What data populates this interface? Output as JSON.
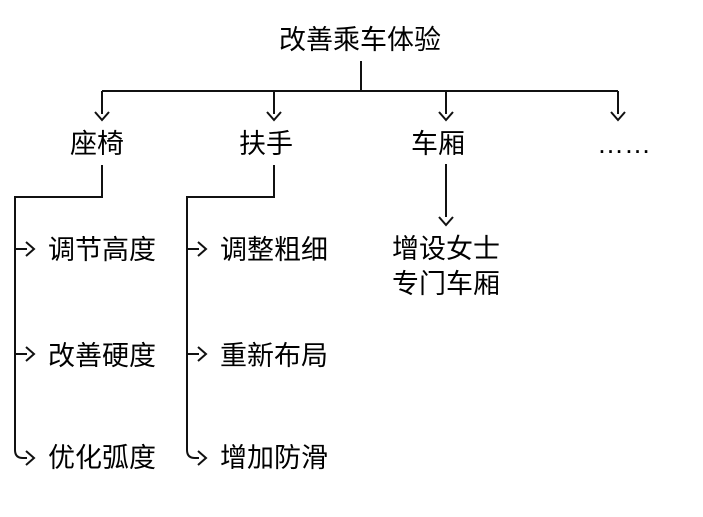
{
  "diagram": {
    "title": "改善乘车体验",
    "branches": [
      {
        "label": "座椅",
        "children": [
          "调节高度",
          "改善硬度",
          "优化弧度"
        ]
      },
      {
        "label": "扶手",
        "children": [
          "调整粗细",
          "重新布局",
          "增加防滑"
        ]
      },
      {
        "label": "车厢",
        "children": [
          "增设女士专门车厢"
        ]
      },
      {
        "label": "……",
        "children": []
      }
    ],
    "colors": {
      "line": "#111111",
      "text": "#000000",
      "background": "#ffffff"
    }
  }
}
